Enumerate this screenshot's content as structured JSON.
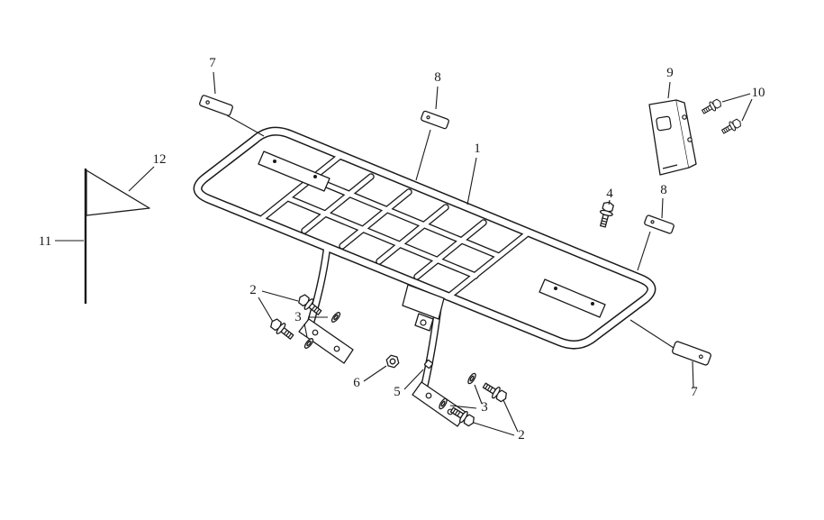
{
  "figure": {
    "background_color": "#ffffff",
    "line_color": "#1a1a1a",
    "description": "Exploded parts diagram of a tubular carrier rack assembly with numbered callouts"
  },
  "callouts": [
    {
      "id": "callout-1-frame",
      "label": "1"
    },
    {
      "id": "callout-2-left",
      "label": "2"
    },
    {
      "id": "callout-2-right",
      "label": "2"
    },
    {
      "id": "callout-3-left",
      "label": "3"
    },
    {
      "id": "callout-3-right",
      "label": "3"
    },
    {
      "id": "callout-4-bolt",
      "label": "4"
    },
    {
      "id": "callout-5-clip",
      "label": "5"
    },
    {
      "id": "callout-6-nut",
      "label": "6"
    },
    {
      "id": "callout-7-top",
      "label": "7"
    },
    {
      "id": "callout-7-bottom",
      "label": "7"
    },
    {
      "id": "callout-8-top",
      "label": "8"
    },
    {
      "id": "callout-8-right",
      "label": "8"
    },
    {
      "id": "callout-9-bracket",
      "label": "9"
    },
    {
      "id": "callout-10-bolts",
      "label": "10"
    },
    {
      "id": "callout-11-pole",
      "label": "11"
    },
    {
      "id": "callout-12-flag",
      "label": "12"
    }
  ]
}
